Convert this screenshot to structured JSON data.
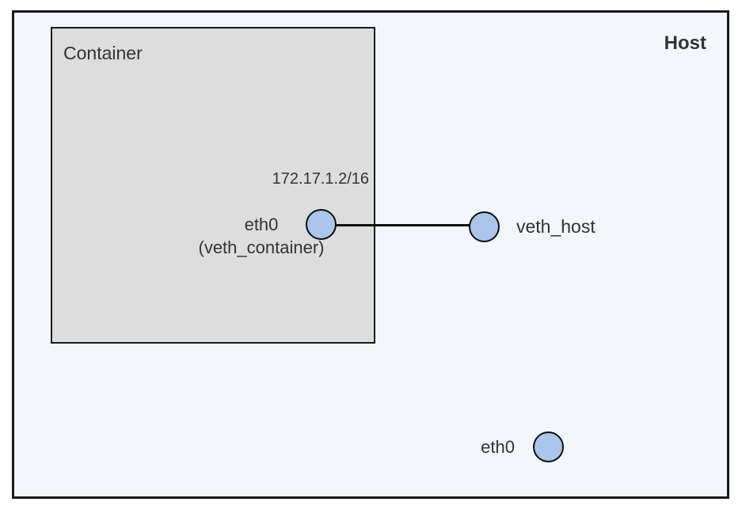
{
  "diagram": {
    "host": {
      "label": "Host"
    },
    "container": {
      "label": "Container"
    },
    "container_eth0": {
      "ip_label": "172.17.1.2/16",
      "name_line1": "eth0",
      "name_line2": "(veth_container)"
    },
    "veth_host": {
      "label": "veth_host"
    },
    "host_eth0": {
      "label": "eth0"
    },
    "colors": {
      "host_bg": "#f3f6fc",
      "container_bg": "#dddddd",
      "node_fill": "#aac6ea",
      "stroke": "#1a1a1a",
      "text": "#333333"
    }
  }
}
